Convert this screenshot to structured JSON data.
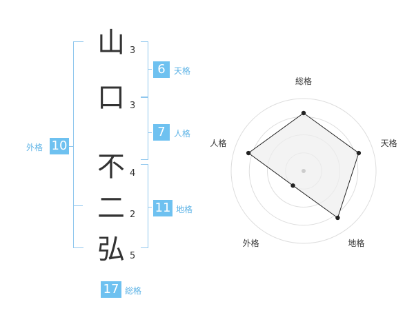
{
  "name_chars": [
    {
      "char": "山",
      "strokes": "3"
    },
    {
      "char": "口",
      "strokes": "3"
    },
    {
      "char": "不",
      "strokes": "4"
    },
    {
      "char": "二",
      "strokes": "2"
    },
    {
      "char": "弘",
      "strokes": "5"
    }
  ],
  "kaku": {
    "tenkaku": {
      "label": "天格",
      "value": "6"
    },
    "jinkaku": {
      "label": "人格",
      "value": "7"
    },
    "chikaku": {
      "label": "地格",
      "value": "11"
    },
    "gaikaku": {
      "label": "外格",
      "value": "10"
    },
    "soukaku": {
      "label": "総格",
      "value": "17"
    }
  },
  "colors": {
    "badge": "#6ec1f0",
    "bracket": "#8fc7ee",
    "label": "#5db3e6",
    "radar_fill": "#eeeeee",
    "radar_line": "#222222"
  },
  "chart_data": {
    "type": "radar",
    "axes": [
      "総格",
      "天格",
      "地格",
      "外格",
      "人格"
    ],
    "values": [
      0.8,
      0.8,
      0.8,
      0.25,
      0.8
    ],
    "range": [
      0,
      1
    ],
    "rings": 4
  }
}
